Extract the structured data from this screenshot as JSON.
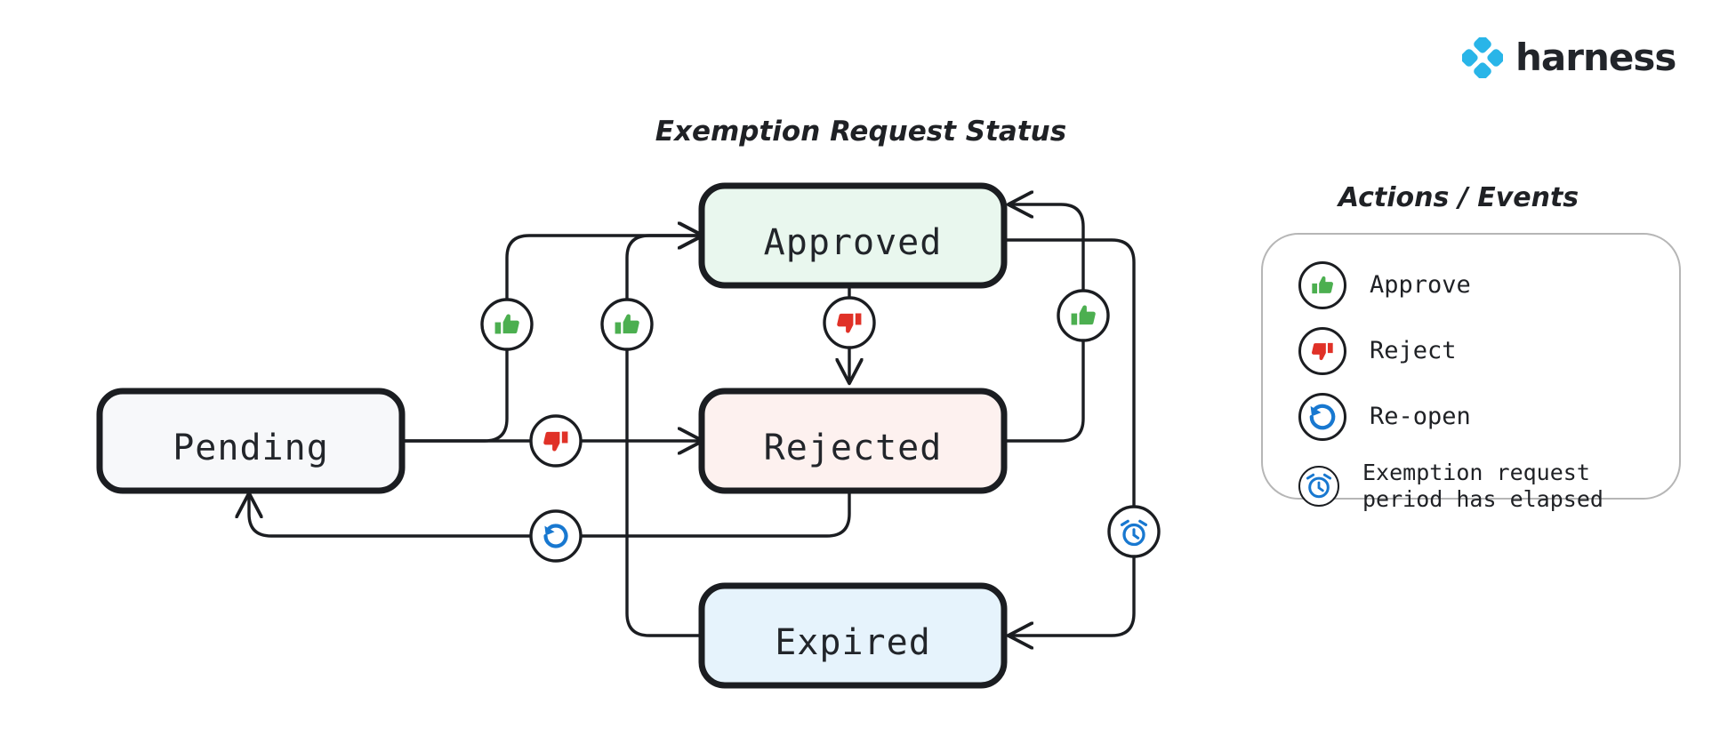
{
  "brand": {
    "name": "harness",
    "logo_icon": "harness-diamond-logo",
    "color": "#29b5e8"
  },
  "diagram": {
    "title": "Exemption Request Status",
    "type": "state-machine",
    "states": [
      {
        "id": "pending",
        "label": "Pending",
        "fill": "#f7f8fa",
        "stroke": "#1b1d21"
      },
      {
        "id": "approved",
        "label": "Approved",
        "fill": "#e9f7ee",
        "stroke": "#1b1d21"
      },
      {
        "id": "rejected",
        "label": "Rejected",
        "fill": "#fdf1ef",
        "stroke": "#1b1d21"
      },
      {
        "id": "expired",
        "label": "Expired",
        "fill": "#e6f3fc",
        "stroke": "#1b1d21"
      }
    ],
    "transitions": [
      {
        "from": "pending",
        "to": "approved",
        "action": "approve",
        "icon": "thumbs-up-icon"
      },
      {
        "from": "pending",
        "to": "rejected",
        "action": "reject",
        "icon": "thumbs-down-icon"
      },
      {
        "from": "approved",
        "to": "rejected",
        "action": "reject",
        "icon": "thumbs-down-icon"
      },
      {
        "from": "rejected",
        "to": "approved",
        "action": "approve",
        "icon": "thumbs-up-icon"
      },
      {
        "from": "rejected",
        "to": "pending",
        "action": "re-open",
        "icon": "reopen-icon"
      },
      {
        "from": "approved",
        "to": "expired",
        "action": "exemption request period has elapsed",
        "icon": "alarm-clock-icon"
      },
      {
        "from": "expired",
        "to": "approved",
        "action": "approve",
        "icon": "thumbs-up-icon"
      }
    ]
  },
  "legend": {
    "title": "Actions / Events",
    "items": [
      {
        "icon": "thumbs-up-icon",
        "label": "Approve",
        "color": "#4caf50"
      },
      {
        "icon": "thumbs-down-icon",
        "label": "Reject",
        "color": "#e03127"
      },
      {
        "icon": "reopen-icon",
        "label": "Re-open",
        "color": "#1878d0"
      },
      {
        "icon": "alarm-clock-icon",
        "label": "Exemption request\nperiod has elapsed",
        "color": "#1878d0"
      }
    ]
  },
  "colors": {
    "ink": "#1b1d21",
    "approve_green": "#4caf50",
    "reject_red": "#e03127",
    "blue": "#1878d0",
    "panel_border": "#b6b6b6"
  }
}
